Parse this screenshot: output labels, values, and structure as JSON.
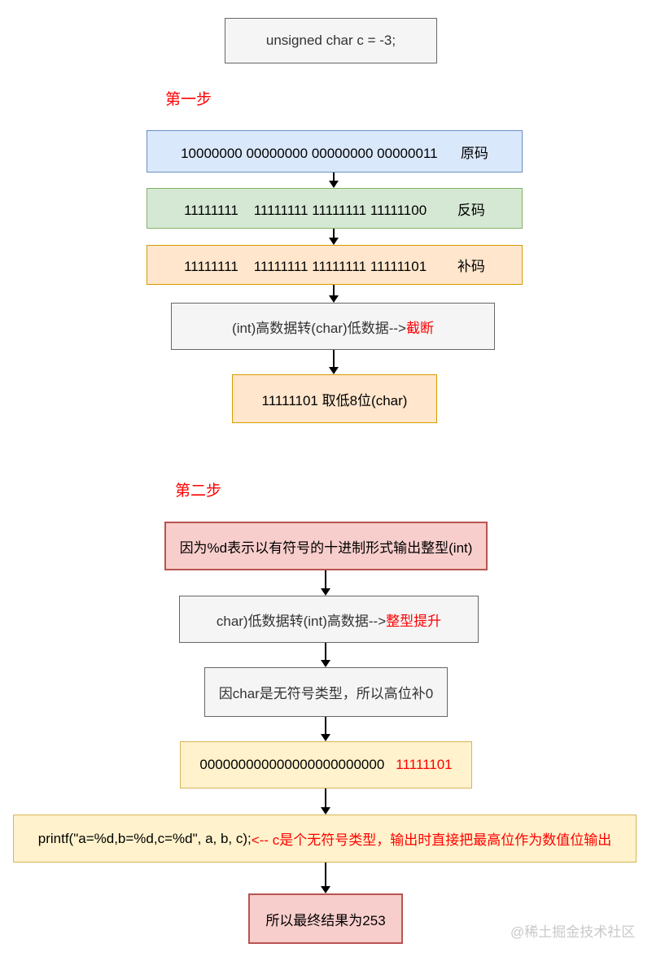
{
  "code_box": {
    "text": "unsigned char c = -3;"
  },
  "step1": {
    "label": "第一步",
    "yuanma": "10000000 00000000 00000000 00000011      原码",
    "fanma": "11111111    11111111 11111111 11111100        反码",
    "buma": "11111111    11111111 11111111 11111101        补码",
    "truncate_prefix": "(int)高数据转(char)低数据-->",
    "truncate_highlight": "截断",
    "low8": "11111101 取低8位(char)"
  },
  "step2": {
    "label": "第二步",
    "reason": "因为%d表示以有符号的十进制形式输出整型(int)",
    "promote_prefix": "char)低数据转(int)高数据-->",
    "promote_highlight": "整型提升",
    "pad": "因char是无符号类型，所以高位补0",
    "bits_zeros": "000000000000000000000000",
    "bits_low": "11111101",
    "printf_code": "printf(\"a=%d,b=%d,c=%d\", a, b, c);",
    "printf_comment": "<-- c是个无符号类型，输出时直接把最高位作为数值位输出"
  },
  "result_box": "所以最终结果为253",
  "watermark": "@稀土掘金技术社区",
  "colors": {
    "blue_bg": "#dae8fc",
    "blue_border": "#6c8ebf",
    "green_bg": "#d5e8d4",
    "green_border": "#82b366",
    "orange_bg": "#ffe6cc",
    "orange_border": "#d79b00",
    "gray_bg": "#f5f5f5",
    "gray_border": "#666666",
    "pink_bg": "#f8cecc",
    "pink_border": "#b85450",
    "yellow_bg": "#fff2cc",
    "yellow_border": "#d6b656",
    "highlight_red": "#ff0000"
  }
}
